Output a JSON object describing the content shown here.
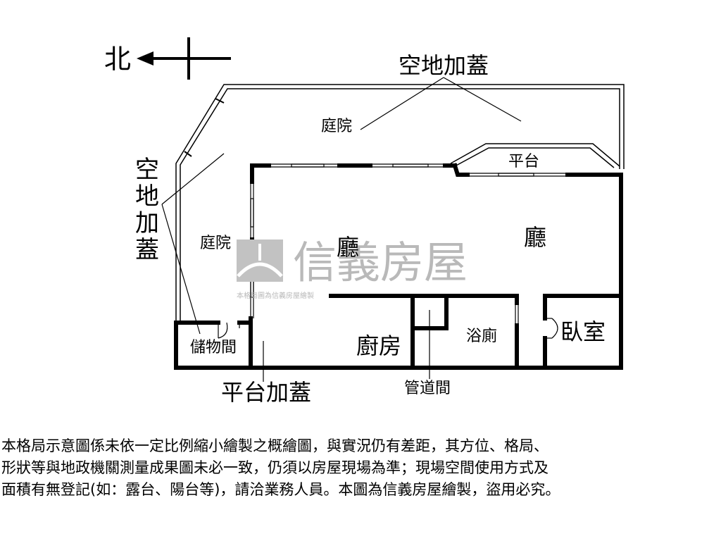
{
  "compass": {
    "label": "北"
  },
  "rooms": {
    "top_addition": "空地加蓋",
    "courtyard_top": "庭院",
    "left_addition_chars": [
      "空",
      "地",
      "加",
      "蓋"
    ],
    "platform_top": "平台",
    "living_left": "廳",
    "living_right": "廳",
    "courtyard_left": "庭院",
    "storage": "儲物間",
    "kitchen": "廚房",
    "bathroom": "浴廁",
    "bedroom": "臥室",
    "platform_addition": "平台加蓋",
    "pipe_room": "管道間"
  },
  "watermark": {
    "brand": "信義房屋",
    "small_text": "本格局圖為信義房屋繪製"
  },
  "colors": {
    "wall": "#000000",
    "watermark": "#b9b9b9"
  },
  "disclaimer": {
    "line1": "本格局示意圖係未依一定比例縮小繪製之概繪圖，與實況仍有差距，其方位、格局、",
    "line2": "形狀等與地政機關測量成果圖未必一致，仍須以房屋現場為準；現場空間使用方式及",
    "line3": "面積有無登記(如：露台、陽台等)，請洽業務人員。本圖為信義房屋繪製，盜用必究。"
  }
}
